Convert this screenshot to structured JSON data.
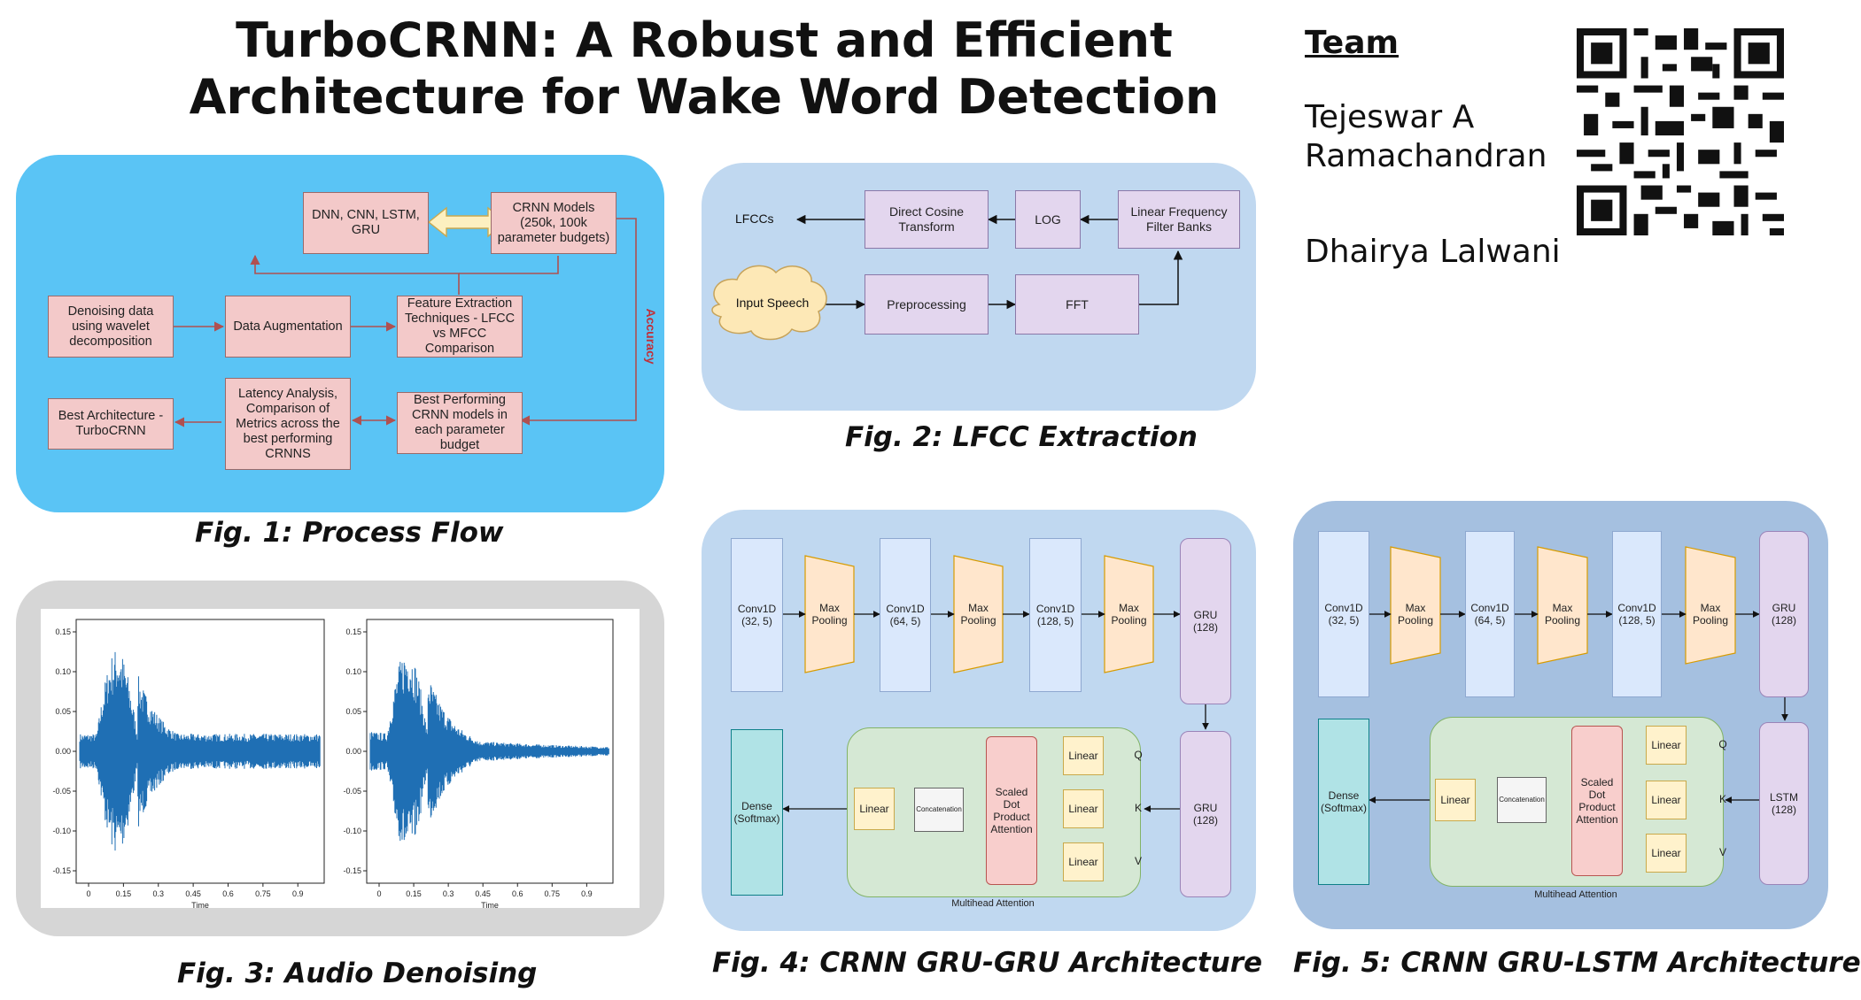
{
  "title": {
    "line1": "TurboCRNN: A Robust and Efficient",
    "line2": "Architecture for Wake Word Detection"
  },
  "team": {
    "heading": "Team",
    "members": [
      "Tejeswar A",
      "Ramachandran",
      "Dhairya Lalwani"
    ]
  },
  "captions": {
    "fig1": "Fig. 1: Process Flow",
    "fig2": "Fig. 2: LFCC Extraction",
    "fig3": "Fig. 3: Audio Denoising",
    "fig4": "Fig. 4: CRNN GRU-GRU Architecture",
    "fig5": "Fig. 5: CRNN GRU-LSTM Architecture"
  },
  "fig1": {
    "dnn": "DNN, CNN, LSTM, GRU",
    "crnn_models": "CRNN Models (250k, 100k parameter budgets)",
    "denoise": "Denoising data using wavelet decomposition",
    "augment": "Data Augmentation",
    "feature": "Feature Extraction Techniques - LFCC vs MFCC Comparison",
    "best_arch": "Best Architecture - TurboCRNN",
    "latency": "Latency Analysis, Comparison of Metrics across the best performing CRNNS",
    "best_perf": "Best Performing CRNN models in each parameter budget",
    "accuracy": "Accuracy",
    "colors": {
      "panel": "#5ac4f5",
      "box": "#f3c9c9",
      "arrow": "#b05050"
    }
  },
  "fig2": {
    "lfccs": "LFCCs",
    "dct": "Direct Cosine Transform",
    "log": "LOG",
    "lffb": "Linear Frequency Filter Banks",
    "input": "Input Speech",
    "pre": "Preprocessing",
    "fft": "FFT",
    "colors": {
      "panel": "#c0d8f0",
      "box": "#e3d6ee"
    }
  },
  "fig3": {
    "yticks": [
      "0.15",
      "0.10",
      "0.05",
      "0.00",
      "-0.05",
      "-0.10",
      "-0.15"
    ],
    "xticks": [
      "0",
      "0.15",
      "0.3",
      "0.45",
      "0.6",
      "0.75",
      "0.9"
    ],
    "xlabel": "Time",
    "colors": {
      "panel": "#d6d6d6",
      "wave": "#1f6fb4"
    }
  },
  "fig4": {
    "conv1": "Conv1D (32, 5)",
    "pool": "Max Pooling",
    "conv2": "Conv1D (64, 5)",
    "conv3": "Conv1D (128, 5)",
    "rnn1": "GRU (128)",
    "rnn2": "GRU (128)",
    "dense": "Dense (Softmax)",
    "linear": "Linear",
    "concat": "Concatenation",
    "sdpa": "Scaled Dot Product Attention",
    "q": "Q",
    "k": "K",
    "v": "V",
    "mha": "Multihead Attention"
  },
  "fig5": {
    "conv1": "Conv1D (32, 5)",
    "pool": "Max Pooling",
    "conv2": "Conv1D (64, 5)",
    "conv3": "Conv1D (128, 5)",
    "rnn1": "GRU (128)",
    "rnn2": "LSTM (128)",
    "dense": "Dense (Softmax)",
    "linear": "Linear",
    "concat": "Concatenation",
    "sdpa": "Scaled Dot Product Attention",
    "q": "Q",
    "k": "K",
    "v": "V",
    "mha": "Multihead Attention"
  }
}
